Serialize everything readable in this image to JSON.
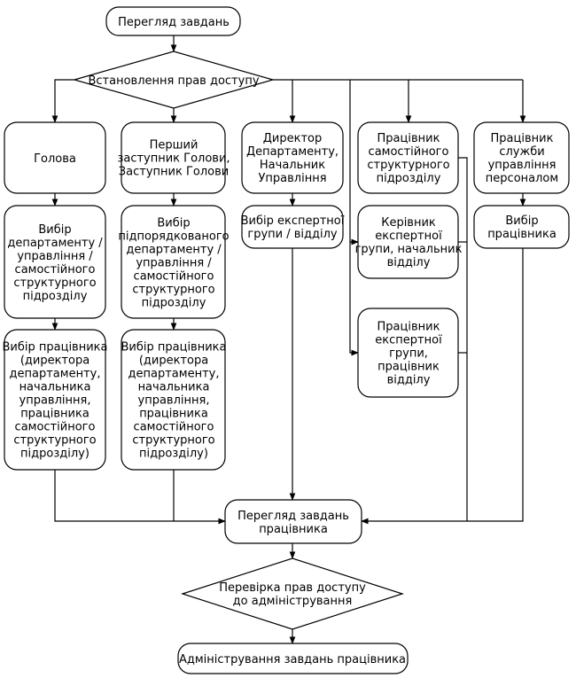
{
  "nodes": {
    "start": "Перегляд завдань",
    "access": "Встановлення прав доступу",
    "head": "Голова",
    "deputy": [
      "Перший",
      "заступник Голови,",
      "Заступник Голови"
    ],
    "director": [
      "Директор",
      "Департаменту,",
      "Начальник",
      "Управління"
    ],
    "unit_worker": [
      "Працівник",
      "самостійного",
      "структурного",
      "підрозділу"
    ],
    "hr_worker": [
      "Працівник",
      "служби",
      "управління",
      "персоналом"
    ],
    "choose_department": [
      "Вибір",
      "департаменту /",
      "управління /",
      "самостійного",
      "структурного",
      "підрозділу"
    ],
    "choose_subordinate": [
      "Вибір",
      "підпорядкованого",
      "департаменту /",
      "управління /",
      "самостійного",
      "структурного",
      "підрозділу"
    ],
    "choose_expert_group": [
      "Вибір експертної",
      "групи / відділу"
    ],
    "expert_head": [
      "Керівник",
      "експертної",
      "групи, начальник",
      "відділу"
    ],
    "expert_worker": [
      "Працівник",
      "експертної",
      "групи,",
      "працівник",
      "відділу"
    ],
    "choose_employee_hr": [
      "Вибір",
      "працівника"
    ],
    "choose_employee_1": [
      "Вибір працівника",
      "(директора",
      "департаменту,",
      "начальника",
      "управління,",
      "працівника",
      "самостійного",
      "структурного",
      "підрозділу)"
    ],
    "choose_employee_2": [
      "Вибір працівника",
      "(директора",
      "департаменту,",
      "начальника",
      "управління,",
      "працівника",
      "самостійного",
      "структурного",
      "підрозділу)"
    ],
    "view_employee_tasks": [
      "Перегляд завдань",
      "працівника"
    ],
    "check_admin": [
      "Перевірка прав доступу",
      "до адміністрування"
    ],
    "admin_tasks": "Адміністрування завдань працівника"
  }
}
